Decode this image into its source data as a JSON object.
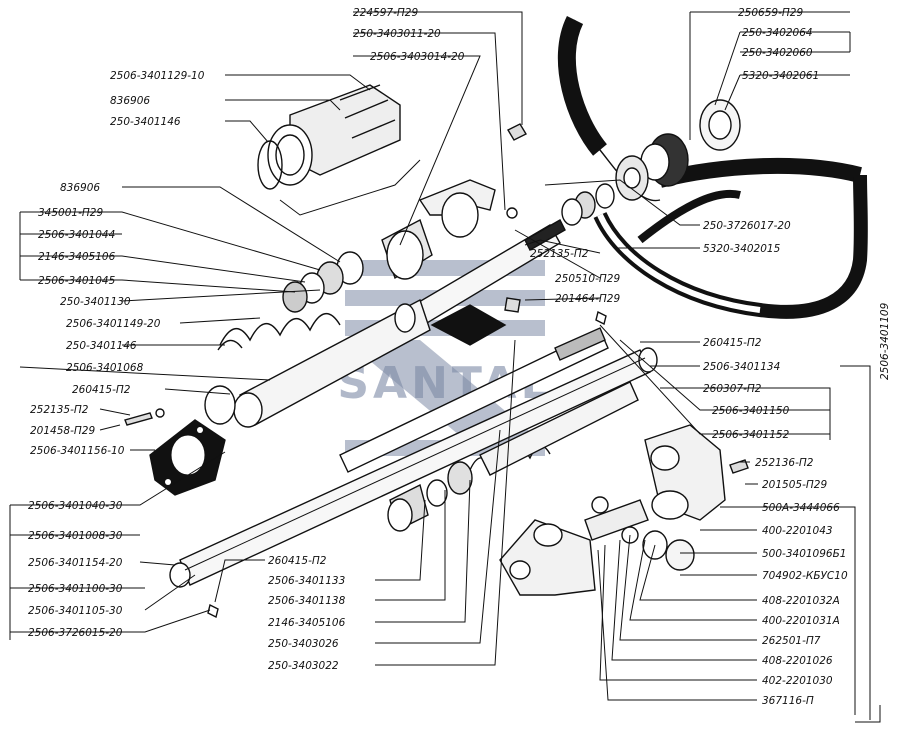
{
  "watermark": "SANTAL",
  "labels": {
    "l1": "224597-П29",
    "l2": "250-3403011-20",
    "l3": "2506-3403014-20",
    "l4": "2506-3401129-10",
    "l5": "836906",
    "l6": "250-3401146",
    "l7": "250659-П29",
    "l8": "250-3402064",
    "l9": "250-3402060",
    "l10": "5320-3402061",
    "l11": "836906",
    "l12": "345001-П29",
    "l13": "2506-3401044",
    "l14": "2146-3405106",
    "l15": "2506-3401045",
    "l16": "250-3401130",
    "l17": "2506-3401149-20",
    "l18": "250-3401146",
    "l19": "2506-3401068",
    "l20": "260415-П2",
    "l21": "252135-П2",
    "l22": "201458-П29",
    "l23": "2506-3401156-10",
    "l24": "252135-П2",
    "l25": "250510-П29",
    "l26": "201464-П29",
    "l27": "250-3726017-20",
    "l28": "5320-3402015",
    "l29": "2506-3401109",
    "l30": "260415-П2",
    "l31": "2506-3401134",
    "l32": "260307-П2",
    "l33": "2506-3401150",
    "l34": "2506-3401152",
    "l35": "252136-П2",
    "l36": "201505-П29",
    "l37": "500А-3444066",
    "l38": "400-2201043",
    "l39": "500-3401096Б1",
    "l40": "704902-КБУС10",
    "l41": "408-2201032А",
    "l42": "400-2201031А",
    "l43": "262501-П7",
    "l44": "408-2201026",
    "l45": "402-2201030",
    "l46": "367116-П",
    "l47": "2506-3401040-30",
    "l48": "2506-3401008-30",
    "l49": "2506-3401154-20",
    "l50": "2506-3401100-30",
    "l51": "2506-3401105-30",
    "l52": "2506-3726015-20",
    "l53": "260415-П2",
    "l54": "2506-3401133",
    "l55": "2506-3401138",
    "l56": "2146-3405106",
    "l57": "250-3403026",
    "l58": "250-3403022"
  }
}
